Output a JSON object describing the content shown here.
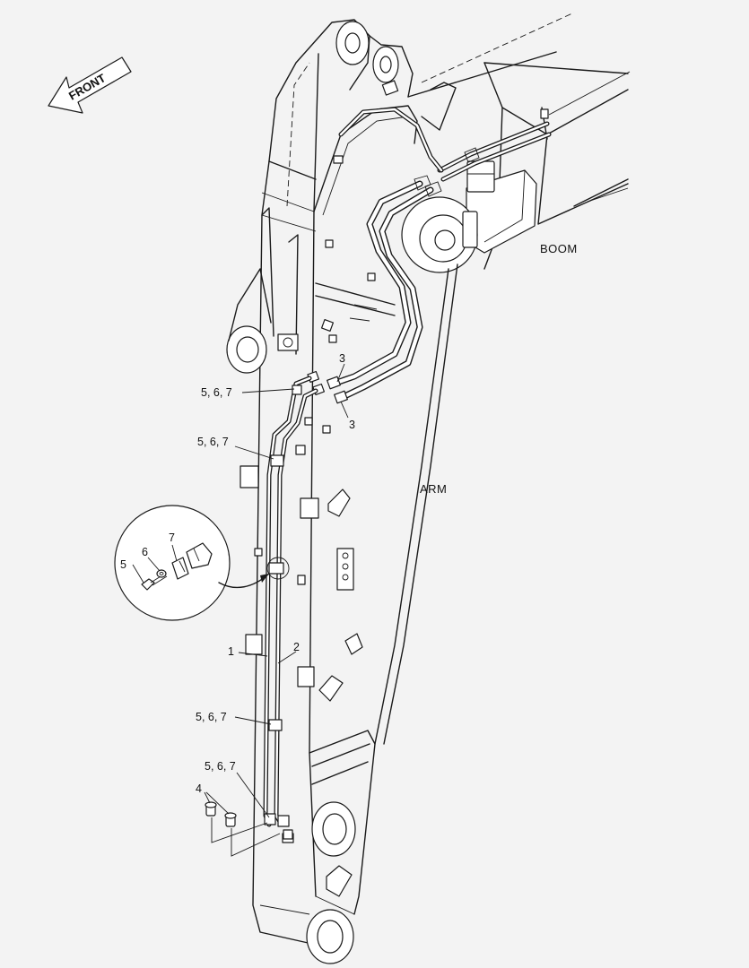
{
  "labels": {
    "front": "FRONT",
    "boom": "BOOM",
    "arm": "ARM",
    "part_3_top": "3",
    "part_3_bottom": "3",
    "part_567_a": "5, 6, 7",
    "part_567_b": "5, 6, 7",
    "part_567_c": "5, 6, 7",
    "part_567_d": "5, 6, 7",
    "part_1": "1",
    "part_2": "2",
    "part_4": "4",
    "detail_5": "5",
    "detail_6": "6",
    "detail_7": "7"
  }
}
